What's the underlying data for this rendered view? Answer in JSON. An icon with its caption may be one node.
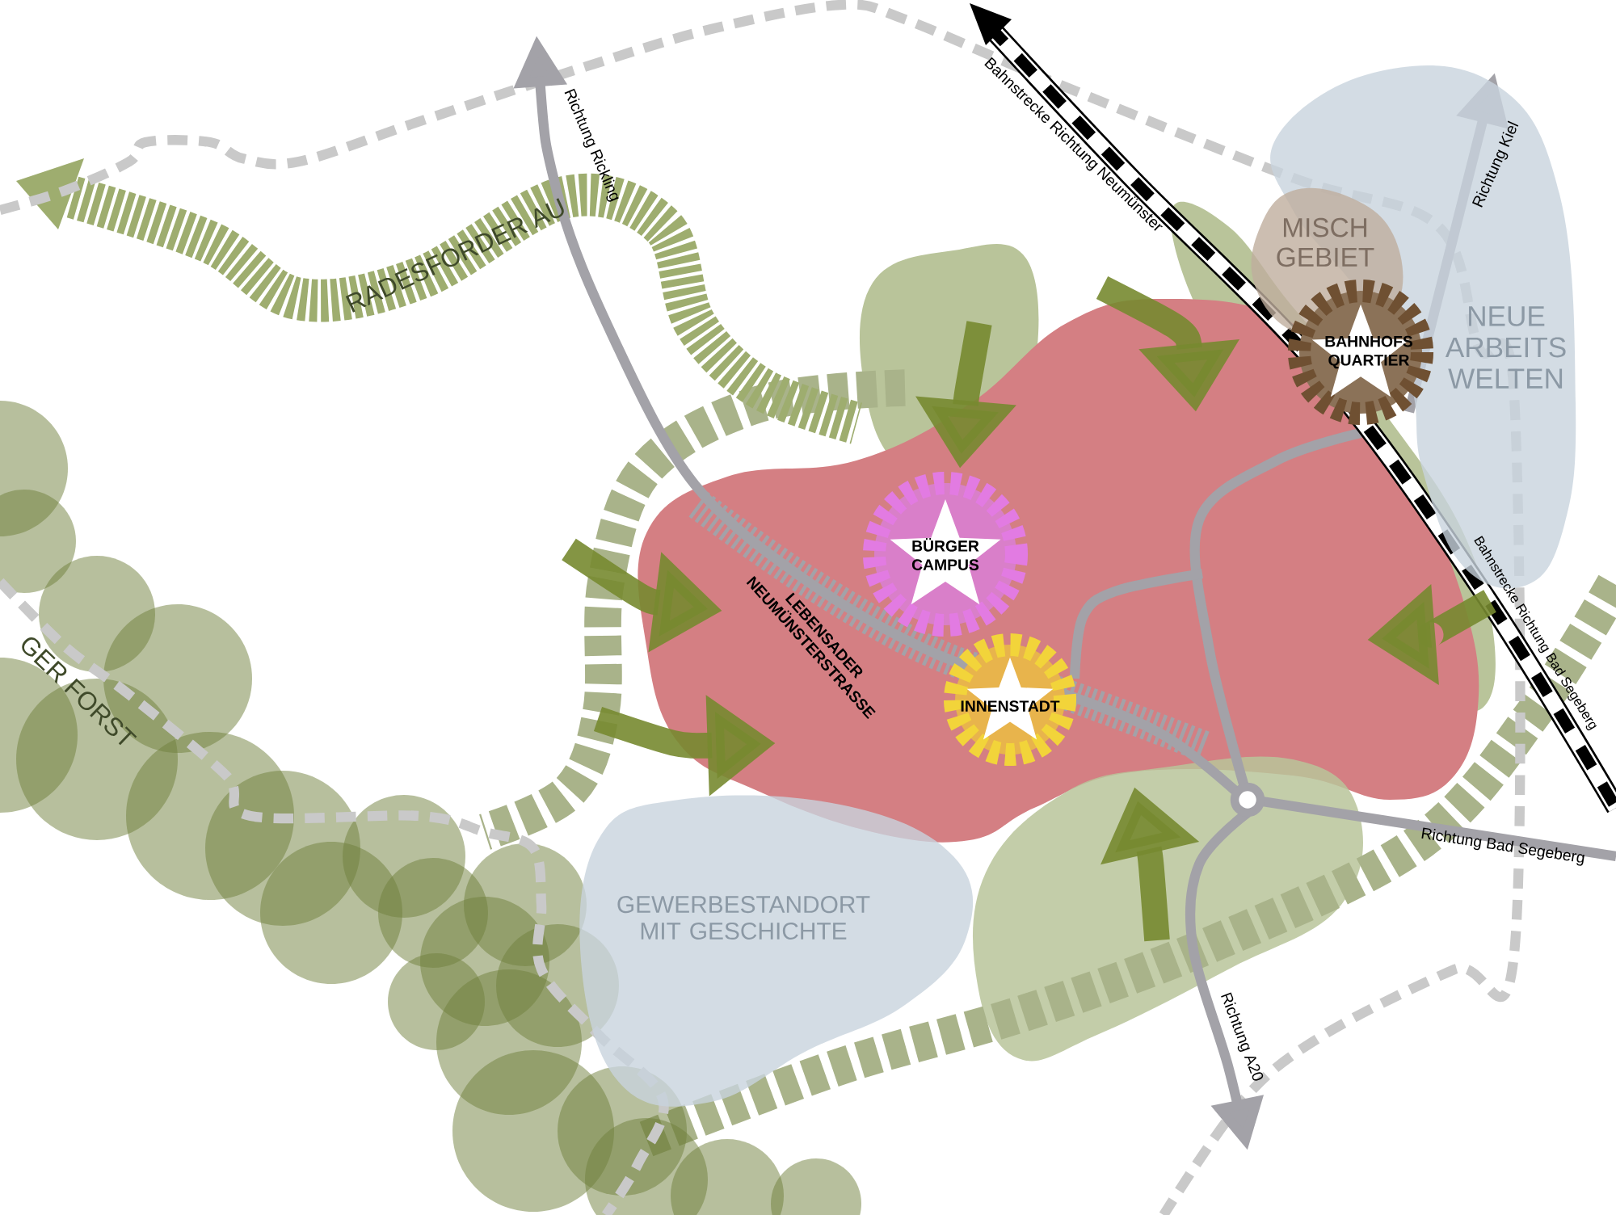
{
  "diagram": {
    "nodes": [
      {
        "text": [
          "MISCH GEBIET"
        ]
      },
      {
        "text": [
          "NEUE ARBEITS WELTEN"
        ]
      },
      {
        "text": [
          "BAHNHOFS QUARTIER"
        ]
      },
      {
        "text": [
          "BÜRGER CAMPUS"
        ]
      },
      {
        "text": [
          "INNENSTADT"
        ]
      },
      {
        "text": [
          "GEWERBESTANDORT MIT GESCHICHTE"
        ]
      }
    ],
    "labels": [
      "RADESFORDER AU",
      "Richtung Rickling",
      "Bahnstrecke Richtung Neumünster",
      "Richtung Kiel",
      "LEBENSADER NEUMÜNSTERSTRASSE",
      "GER FORST",
      "Bahnstrecke Richtung Bad Segeberg",
      "Richtung Bad Segeberg",
      "Richtung A20"
    ]
  }
}
